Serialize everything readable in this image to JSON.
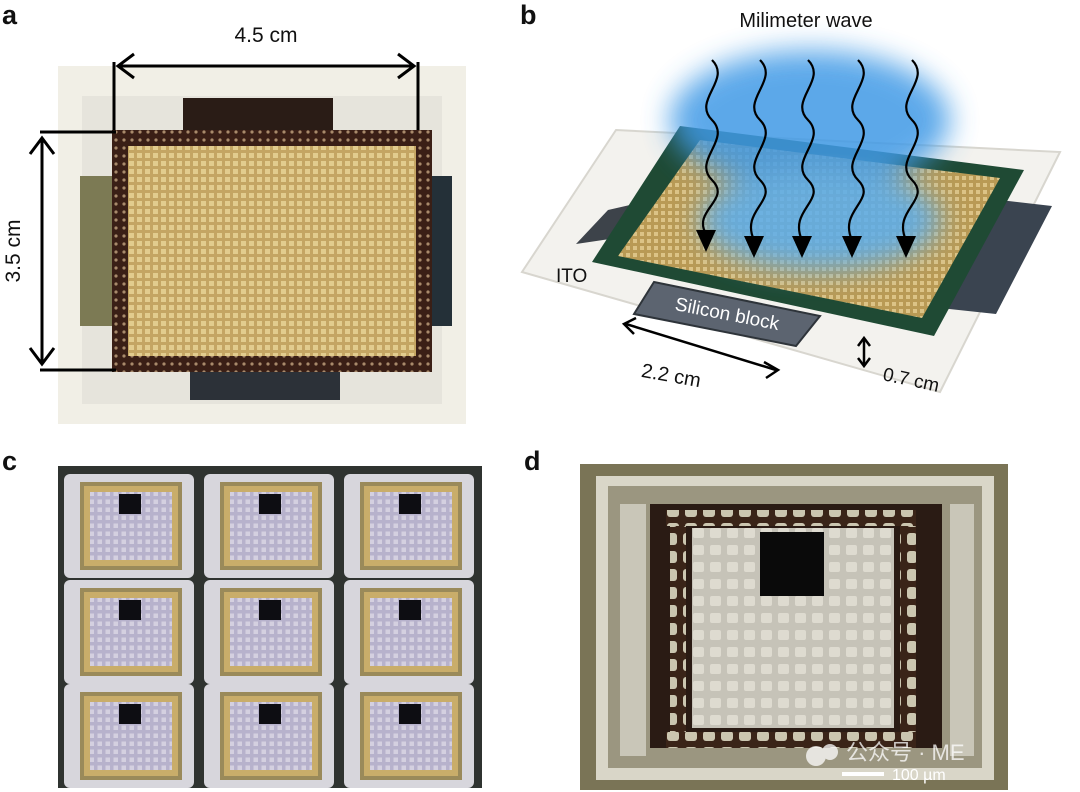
{
  "panels": {
    "a": {
      "letter": "a",
      "width_label": "4.5 cm",
      "height_label": "3.5 cm"
    },
    "b": {
      "letter": "b",
      "wave_label": "Milimeter wave",
      "ito_label": "ITO",
      "silicon_label": "Silicon block",
      "length_label": "2.2 cm",
      "thickness_label": "0.7 cm"
    },
    "c": {
      "letter": "c",
      "chip_rows": 3,
      "chip_cols": 3
    },
    "d": {
      "letter": "d",
      "scale_label": "100 µm",
      "watermark_text": "公众号 · ME"
    }
  },
  "colors": {
    "gold": "#c9ad6a",
    "frame": "#3a1f16",
    "board_green": "#1f4a34",
    "glow_blue": "#3f9ae6",
    "die_purple": "#b7b2cc",
    "die_bg": "#2f3330",
    "chip_olive": "#7a7456"
  }
}
